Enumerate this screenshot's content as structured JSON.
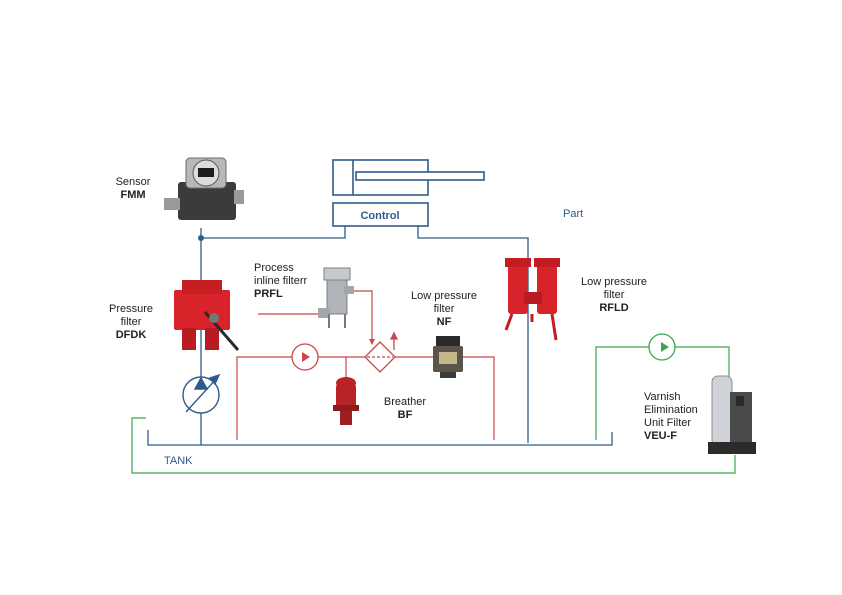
{
  "cylinder": {
    "control_label": "Control"
  },
  "part_label": "Part",
  "tank_label": "TANK",
  "components": {
    "sensor": {
      "name": "Sensor",
      "code": "FMM"
    },
    "pressure_filter": {
      "name_line1": "Pressure",
      "name_line2": "filter",
      "code": "DFDK"
    },
    "process_filter": {
      "name_line1": "Process",
      "name_line2": "inline filterr",
      "code": "PRFL"
    },
    "low_pressure_nf": {
      "name_line1": "Low pressure",
      "name_line2": "filter",
      "code": "NF"
    },
    "breather": {
      "name": "Breather",
      "code": "BF"
    },
    "low_pressure_rfld": {
      "name_line1": "Low pressure",
      "name_line2": "filter",
      "code": "RFLD"
    },
    "varnish": {
      "name_line1": "Varnish",
      "name_line2": "Elimination",
      "name_line3": "Unit Filter",
      "code": "VEU-F"
    }
  },
  "colors": {
    "blue_line": "#2e5c8a",
    "red_line": "#c8474a",
    "green_line": "#3aa84a",
    "product_red": "#d8232a"
  }
}
